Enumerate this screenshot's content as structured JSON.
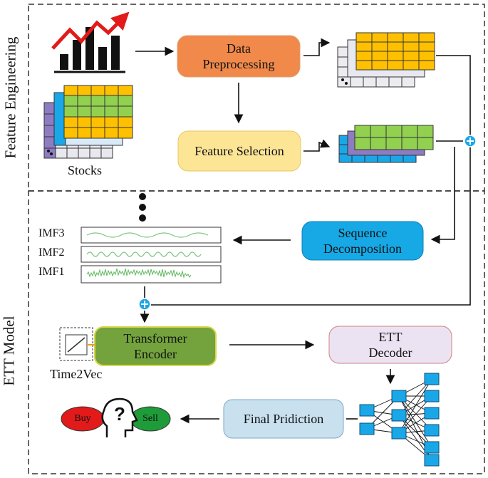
{
  "sections": {
    "feature_engineering": "Feature Engineering",
    "ett_model": "ETT Model"
  },
  "labels": {
    "stocks": "Stocks",
    "time2vec": "Time2Vec",
    "imf3": "IMF3",
    "imf2": "IMF2",
    "imf1": "IMF1"
  },
  "boxes": {
    "data_preprocessing": "Data\nPreprocessing",
    "feature_selection": "Feature Selection",
    "sequence_decomposition": "Sequence\nDecomposition",
    "transformer_encoder": "Transformer\nEncoder",
    "ett_decoder": "ETT\nDecoder",
    "final_prediction": "Final Pridiction"
  },
  "decision": {
    "buy": "Buy",
    "sell": "Sell",
    "question": "?"
  },
  "colors": {
    "data_preprocessing": "#f0894a",
    "feature_selection": "#fde596",
    "sequence_decomposition": "#16a9e6",
    "transformer_encoder": "#74a33d",
    "ett_decoder": "#ece3f2",
    "final_prediction": "#c9e0ef",
    "buy": "#e21a1a",
    "sell": "#1e9c3a",
    "plus_node": "#1aa7e8",
    "grid_yellow": "#ffc000",
    "grid_green": "#92d050",
    "grid_blue": "#1aa7e8",
    "grid_purple": "#8e7cc3",
    "trend_arrow": "#e21a1a"
  }
}
